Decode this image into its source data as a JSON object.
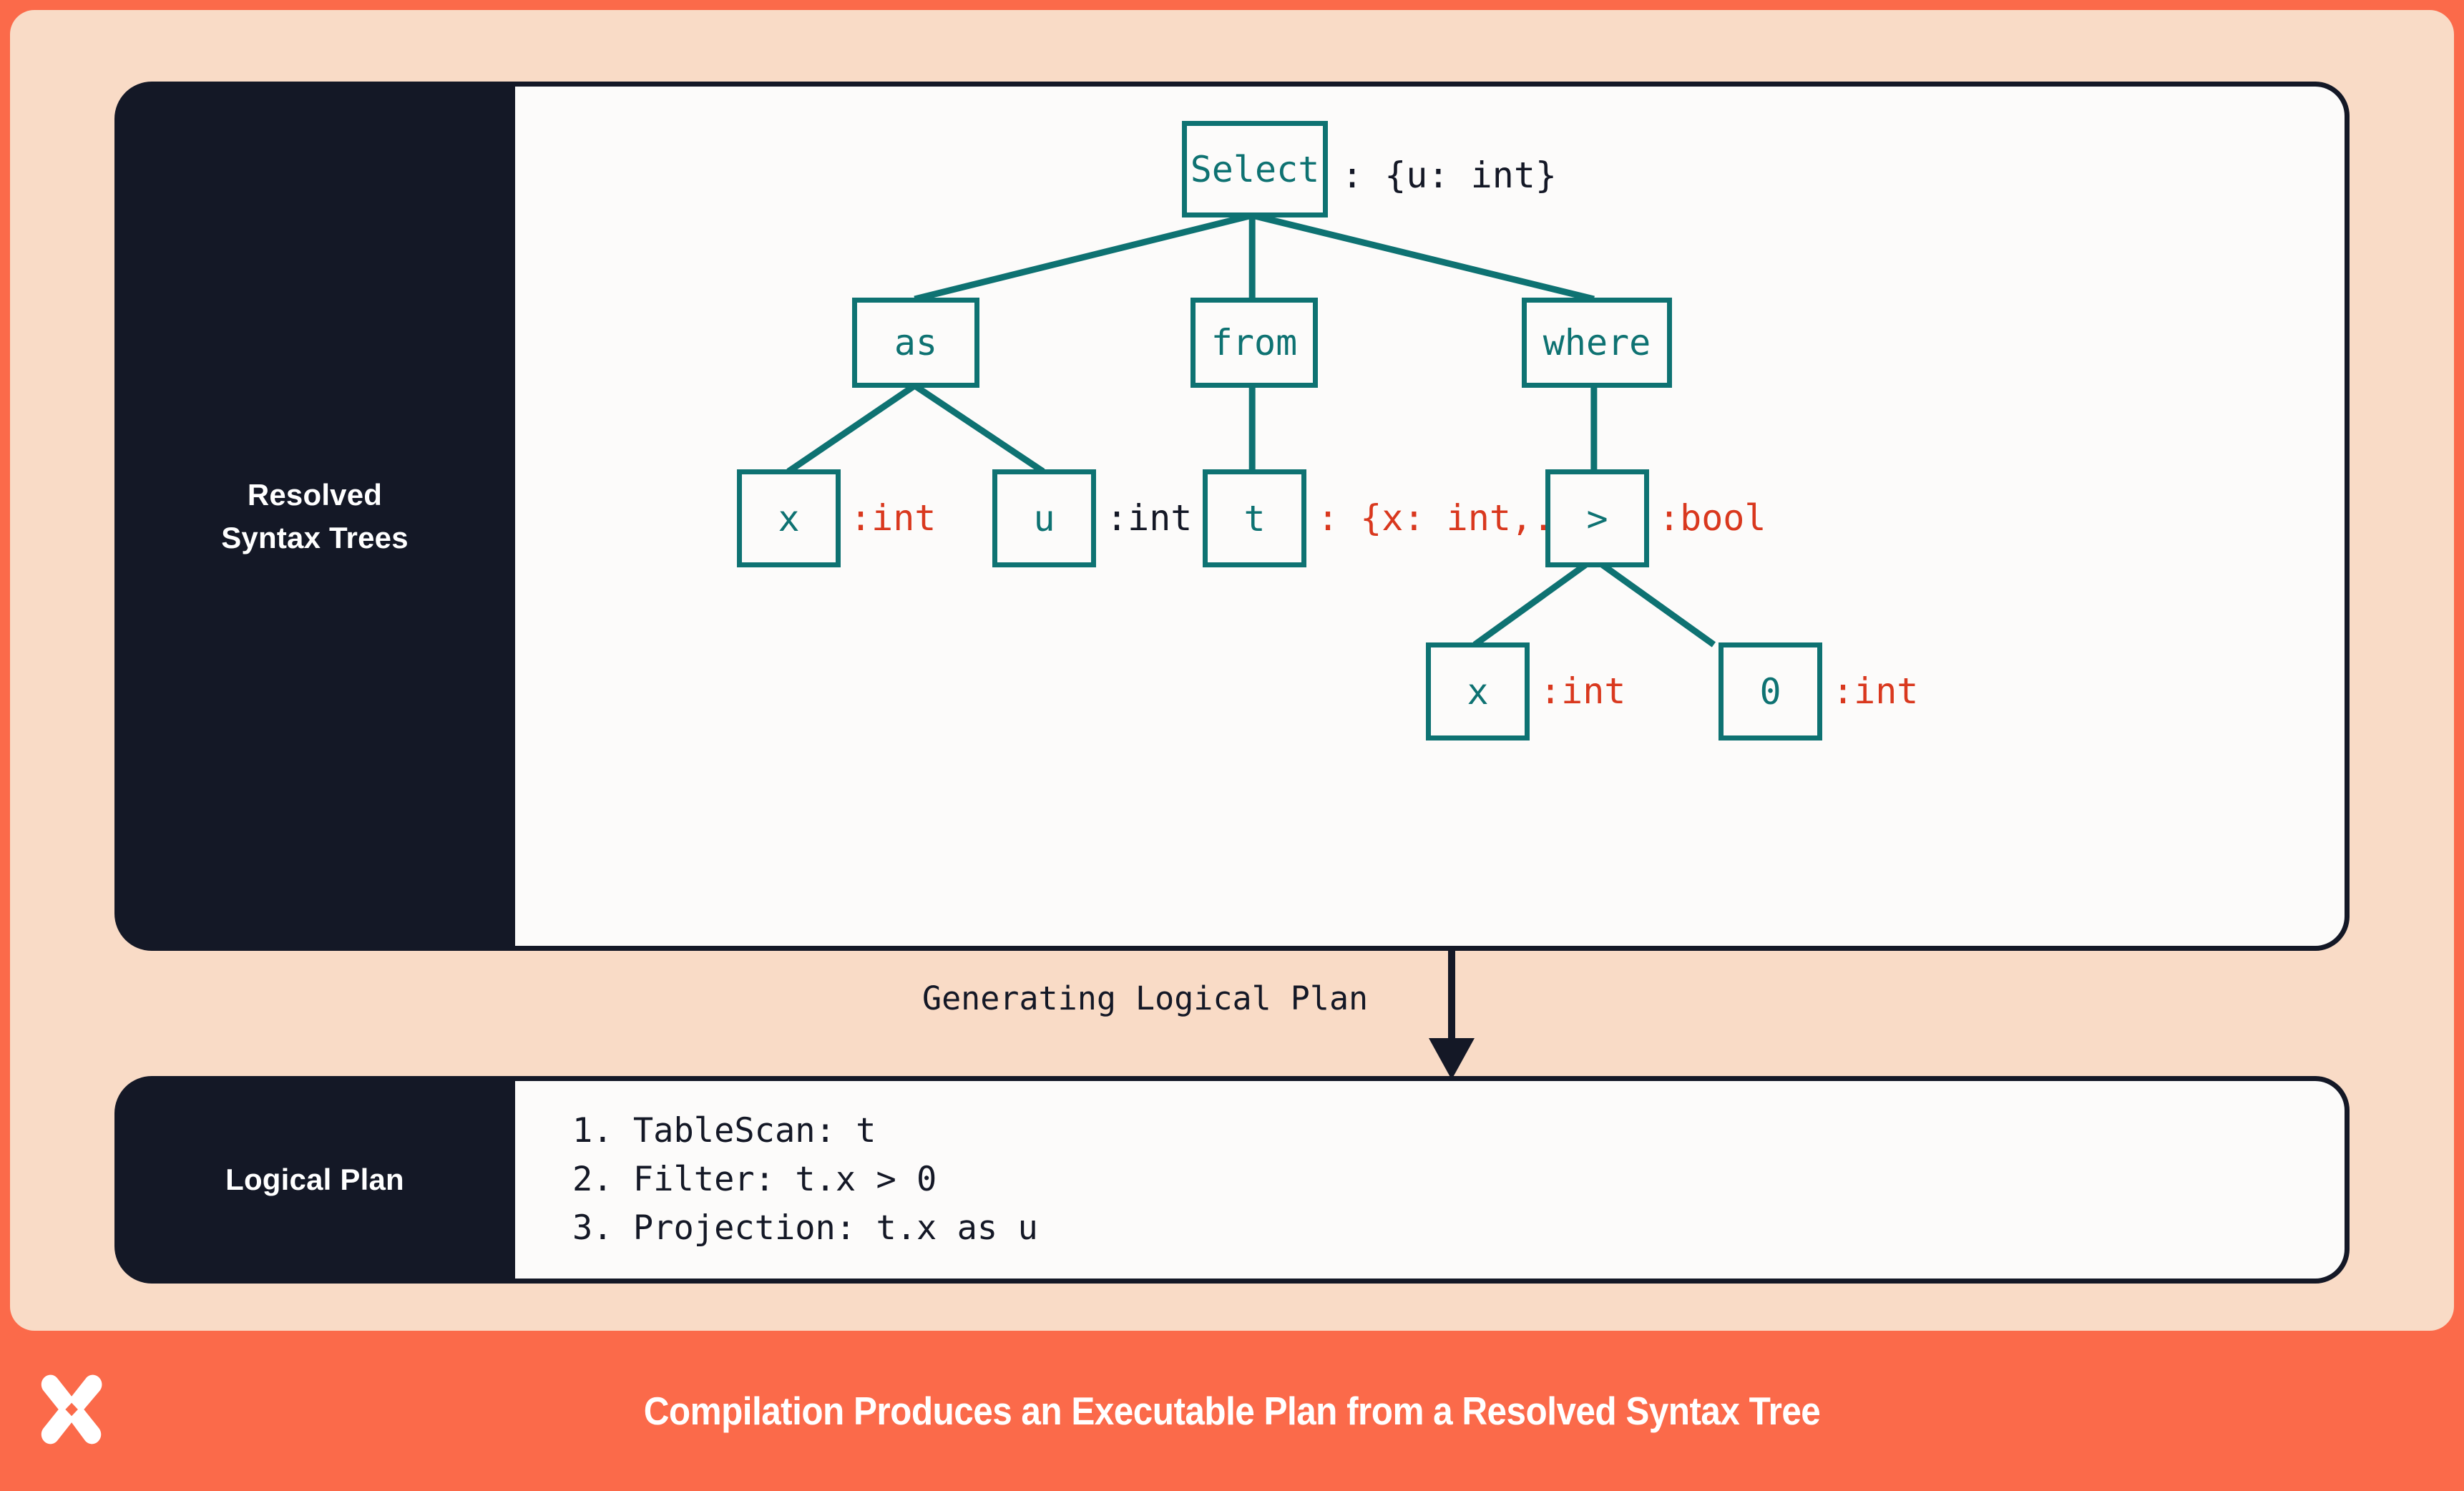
{
  "theme": {
    "page_bg": "#FB6A4A",
    "canvas_bg": "#F9DBC6",
    "panel_dark": "#141826",
    "panel_light": "#FCFBFA",
    "node_teal": "#0E7272",
    "annotation_red": "#D9381E",
    "annotation_dark": "#141826",
    "footer_bg": "#FB6A4A",
    "footer_text": "#FFFFFF"
  },
  "sections": {
    "rst": {
      "label": "Resolved\nSyntax Trees",
      "label_line1": "Resolved",
      "label_line2": "Syntax Trees"
    },
    "logical_plan": {
      "label": "Logical Plan"
    }
  },
  "tree": {
    "nodes": [
      {
        "id": "select",
        "text": "Select",
        "annotation": ": {u: int}",
        "annotation_color": "dark"
      },
      {
        "id": "as",
        "text": "as",
        "annotation": "",
        "annotation_color": "dark"
      },
      {
        "id": "from",
        "text": "from",
        "annotation": "",
        "annotation_color": "dark"
      },
      {
        "id": "where",
        "text": "where",
        "annotation": "",
        "annotation_color": "dark"
      },
      {
        "id": "as-x",
        "text": "x",
        "annotation": ":int",
        "annotation_color": "red"
      },
      {
        "id": "as-u",
        "text": "u",
        "annotation": ":int",
        "annotation_color": "dark"
      },
      {
        "id": "from-t",
        "text": "t",
        "annotation": ": {x: int,...}",
        "annotation_color": "red"
      },
      {
        "id": "gt",
        "text": ">",
        "annotation": ":bool",
        "annotation_color": "red"
      },
      {
        "id": "gt-x",
        "text": "x",
        "annotation": ":int",
        "annotation_color": "red"
      },
      {
        "id": "gt-0",
        "text": "0",
        "annotation": ":int",
        "annotation_color": "red"
      }
    ],
    "edges": [
      [
        "select",
        "as"
      ],
      [
        "select",
        "from"
      ],
      [
        "select",
        "where"
      ],
      [
        "as",
        "as-x"
      ],
      [
        "as",
        "as-u"
      ],
      [
        "from",
        "from-t"
      ],
      [
        "where",
        "gt"
      ],
      [
        "gt",
        "gt-x"
      ],
      [
        "gt",
        "gt-0"
      ]
    ]
  },
  "connector": {
    "label": "Generating Logical Plan"
  },
  "plan": {
    "items": [
      "1. TableScan: t",
      "2. Filter: t.x > 0",
      "3. Projection: t.x as u"
    ]
  },
  "footer": {
    "caption": "Compilation Produces an Executable Plan from a Resolved Syntax Tree",
    "logo": "brand-x-logo"
  }
}
